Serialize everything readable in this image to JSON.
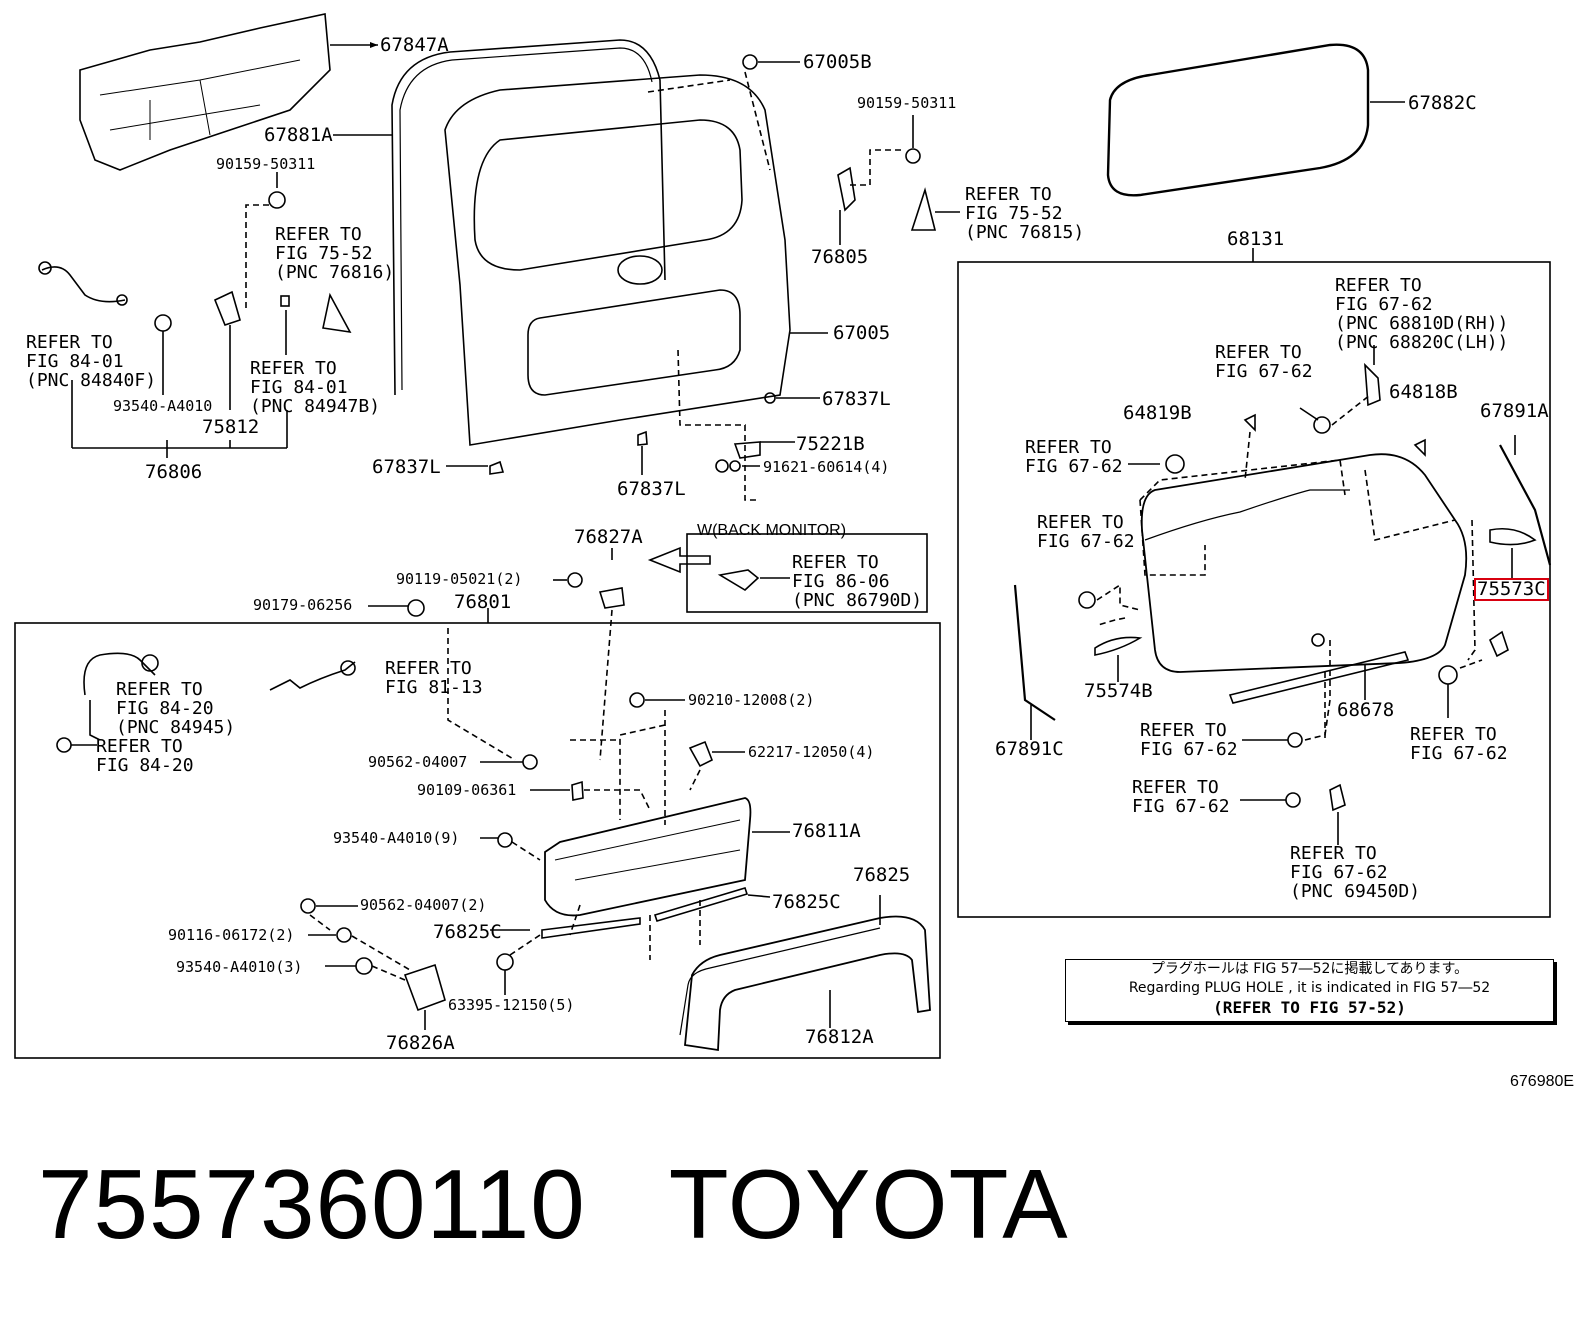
{
  "diagram_id": "676980E",
  "footer": {
    "part_number": "7557360110",
    "brand": "TOYOTA"
  },
  "highlighted_part": "75573C",
  "callouts": {
    "c67847A": "67847A",
    "c67005B": "67005B",
    "c67882C": "67882C",
    "c67881A": "67881A",
    "c90159_50311_a": "90159-50311",
    "c90159_50311_b": "90159-50311",
    "c76805": "76805",
    "c68131": "68131",
    "c67005": "67005",
    "c67837L_a": "67837L",
    "c67837L_b": "67837L",
    "c67837L_c": "67837L",
    "c75221B": "75221B",
    "c91621": "91621-60614(4)",
    "c93540_a": "93540-A4010",
    "c75812": "75812",
    "c76806": "76806",
    "c64819B": "64819B",
    "c64818B": "64818B",
    "c67891A": "67891A",
    "c75573C": "75573C",
    "c75574B": "75574B",
    "c67891C": "67891C",
    "c68678": "68678",
    "c76827A": "76827A",
    "c90119": "90119-05021(2)",
    "c90179": "90179-06256",
    "c76801": "76801",
    "c90210": "90210-12008(2)",
    "c62217": "62217-12050(4)",
    "c90562_a": "90562-04007",
    "c90109": "90109-06361",
    "c93540_b": "93540-A4010(9)",
    "c76811A": "76811A",
    "c76825": "76825",
    "c90562_b": "90562-04007(2)",
    "c76825C_a": "76825C",
    "c76825C_b": "76825C",
    "c90116": "90116-06172(2)",
    "c93540_c": "93540-A4010(3)",
    "c63395": "63395-12150(5)",
    "c76826A": "76826A",
    "c76812A": "76812A"
  },
  "refers": {
    "r75_52_76815": "REFER TO\nFIG 75-52\n(PNC 76815)",
    "r75_52_76816": "REFER TO\nFIG 75-52\n(PNC 76816)",
    "r84_01_84840F": "REFER TO\nFIG 84-01\n(PNC 84840F)",
    "r84_01_84947B": "REFER TO\nFIG 84-01\n(PNC 84947B)",
    "r67_62_hinge": "REFER TO\nFIG 67-62\n(PNC 68810D(RH))\n(PNC 68820C(LH))",
    "r67_62_a": "REFER TO\nFIG 67-62",
    "r67_62_b": "REFER TO\nFIG 67-62",
    "r67_62_c": "REFER TO\nFIG 67-62",
    "r67_62_d": "REFER TO\nFIG 67-62",
    "r67_62_e": "REFER TO\nFIG 67-62",
    "r67_62_f": "REFER TO\nFIG 67-62",
    "r67_62_69450D": "REFER TO\nFIG 67-62\n(PNC 69450D)",
    "r86_06": "REFER TO\nFIG 86-06\n(PNC 86790D)",
    "r81_13": "REFER TO\nFIG 81-13",
    "r84_20_84945": "REFER TO\nFIG 84-20\n(PNC 84945)",
    "r84_20": "REFER TO\nFIG 84-20"
  },
  "back_monitor_label": "W(BACK MONITOR)",
  "note": {
    "jp": "プラグホールは FIG 57―52に掲載してあります。",
    "en": "Regarding PLUG HOLE , it is indicated in FIG 57―52",
    "ref": "(REFER TO FIG 57-52)"
  },
  "colors": {
    "ink": "#000000",
    "highlight": "#d8000f",
    "background": "#ffffff"
  }
}
